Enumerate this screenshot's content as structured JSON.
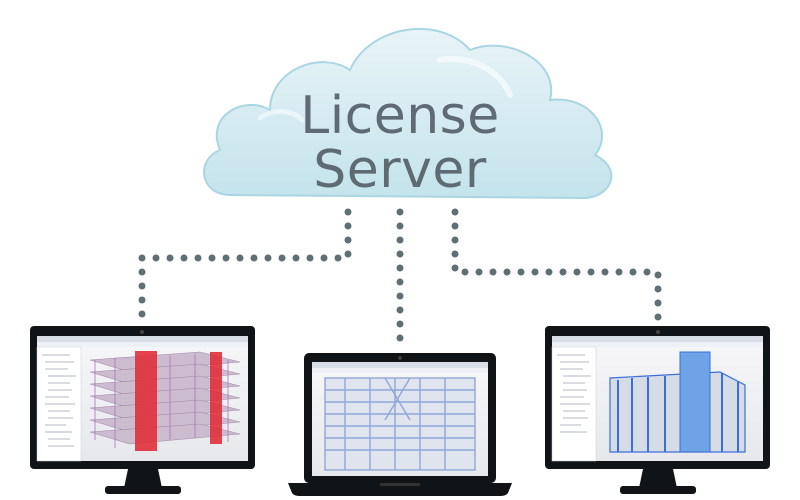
{
  "cloud": {
    "title_line1": "License",
    "title_line2": "Server",
    "fill_color": "#cfe8ef",
    "outline_color": "#9fd0de",
    "text_color": "#5e6b72"
  },
  "connector": {
    "style": "dotted",
    "color": "#5f6f74"
  },
  "clients": [
    {
      "type": "desktop-monitor",
      "model_color": "#e0303a"
    },
    {
      "type": "laptop",
      "model_color": "#8fa8d8"
    },
    {
      "type": "desktop-monitor",
      "model_color": "#3a6fd8"
    }
  ]
}
